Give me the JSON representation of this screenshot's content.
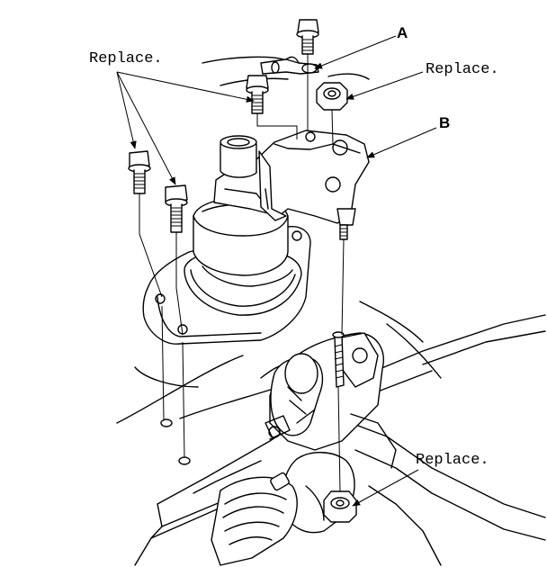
{
  "labels": {
    "replace_top_left": "Replace.",
    "replace_top_right": "Replace.",
    "replace_bottom_right": "Replace.",
    "callout_a": "A",
    "callout_b": "B"
  }
}
